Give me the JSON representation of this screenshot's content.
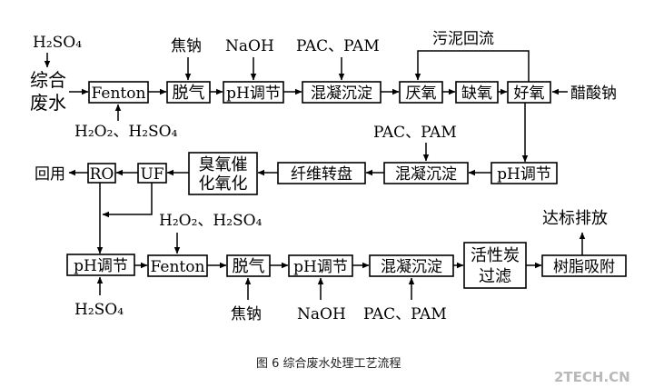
{
  "diagram": {
    "row1": {
      "h2so4_top": "H₂SO₄",
      "source_line1": "综合",
      "source_line2": "废水",
      "fenton": "Fenton",
      "h2o2_h2so4": "H₂O₂、H₂SO₄",
      "coke_sodium": "焦钠",
      "degas": "脱气",
      "naoh": "NaOH",
      "ph_adjust": "pH调节",
      "pac_pam": "PAC、PAM",
      "coag_settle": "混凝沉淀",
      "sludge_return": "污泥回流",
      "anaerobic": "厌氧",
      "anoxic": "缺氧",
      "aerobic": "好氧",
      "sodium_acetate": "醋酸钠"
    },
    "row2": {
      "reuse": "回用",
      "ro": "RO",
      "uf": "UF",
      "ozone_line1": "臭氧催",
      "ozone_line2": "化氧化",
      "fiber_disc": "纤维转盘",
      "pac_pam": "PAC、PAM",
      "coag_settle": "混凝沉淀",
      "ph_adjust": "pH调节"
    },
    "row3": {
      "ph_adjust": "pH调节",
      "h2so4_bottom": "H₂SO₄",
      "h2o2_h2so4": "H₂O₂、H₂SO₄",
      "fenton": "Fenton",
      "degas": "脱气",
      "coke_sodium": "焦钠",
      "ph_adjust2": "pH调节",
      "naoh": "NaOH",
      "coag_settle": "混凝沉淀",
      "pac_pam": "PAC、PAM",
      "carbon_line1": "活性炭",
      "carbon_line2": "过滤",
      "resin": "树脂吸附",
      "discharge": "达标排放"
    },
    "caption": "图 6 综合废水处理工艺流程",
    "watermark": "2TECH.CN"
  }
}
